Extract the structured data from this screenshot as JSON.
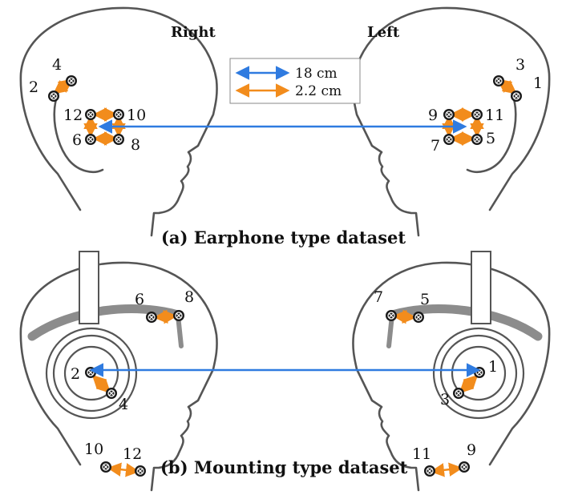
{
  "labels": {
    "right": "Right",
    "left": "Left",
    "caption_a": "(a) Earphone type dataset",
    "caption_b": "(b) Mounting type dataset"
  },
  "legend": [
    {
      "label": "18 cm",
      "color": "#2f7be0"
    },
    {
      "label": "2.2 cm",
      "color": "#f28c1c"
    }
  ],
  "colors": {
    "blue": "#2f7be0",
    "orange": "#f28c1c",
    "outline": "#555555"
  },
  "earphone_mics": {
    "right_head": [
      "2",
      "4",
      "12",
      "10",
      "6",
      "8"
    ],
    "left_head": [
      "3",
      "1",
      "9",
      "11",
      "7",
      "5"
    ]
  },
  "mounting_mics": {
    "right_head": [
      "6",
      "8",
      "2",
      "4",
      "10",
      "12"
    ],
    "left_head": [
      "7",
      "5",
      "1",
      "3",
      "11",
      "9"
    ]
  }
}
